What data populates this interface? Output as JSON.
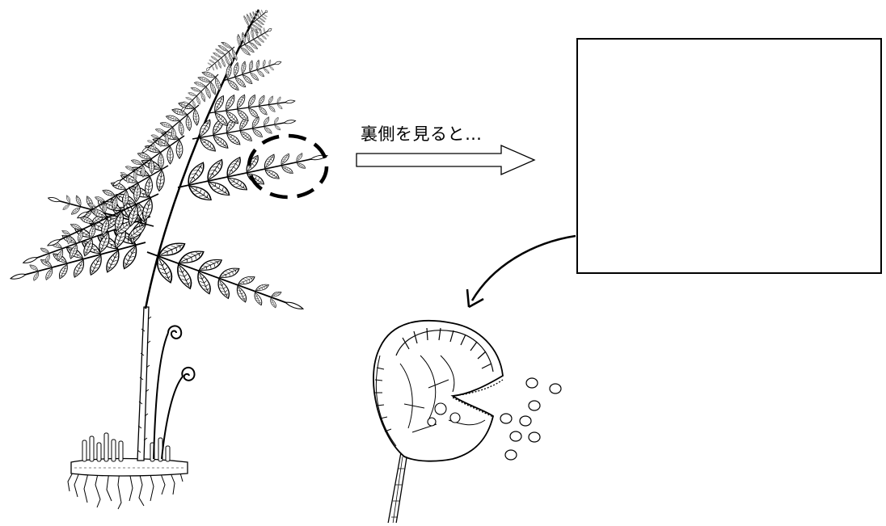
{
  "diagram": {
    "arrow_label": "裏側を見ると…",
    "answer_box_text": "",
    "figures": {
      "fern": "fern-plant-illustration",
      "sporangium": "sporangium-releasing-spores-illustration"
    },
    "colors": {
      "ink": "#000000",
      "background": "#ffffff"
    }
  }
}
